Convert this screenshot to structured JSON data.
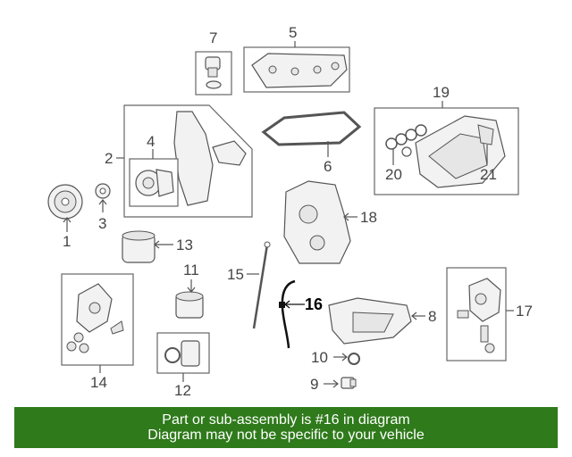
{
  "callouts": {
    "c1": "1",
    "c2": "2",
    "c3": "3",
    "c4": "4",
    "c5": "5",
    "c6": "6",
    "c7": "7",
    "c8": "8",
    "c9": "9",
    "c10": "10",
    "c11": "11",
    "c12": "12",
    "c13": "13",
    "c14": "14",
    "c15": "15",
    "c16": "16",
    "c17": "17",
    "c18": "18",
    "c19": "19",
    "c20": "20",
    "c21": "21"
  },
  "highlight": {
    "part": "16",
    "color": "#000000"
  },
  "banner": {
    "line1": "Part or sub-assembly is #16 in diagram",
    "line2": "Diagram may not be specific to your vehicle",
    "background": "#2f7a1b",
    "text_color": "#ffffff"
  }
}
